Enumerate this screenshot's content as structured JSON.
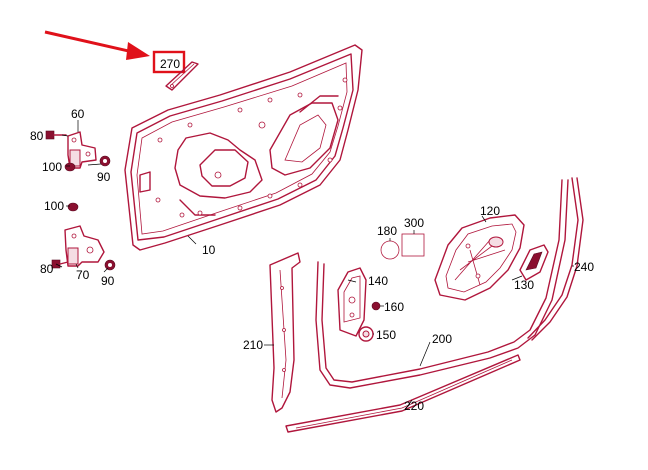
{
  "labels": {
    "p10": "10",
    "p60": "60",
    "p70": "70",
    "p80a": "80",
    "p80b": "80",
    "p90a": "90",
    "p90b": "90",
    "p100a": "100",
    "p100b": "100",
    "p120": "120",
    "p130": "130",
    "p140": "140",
    "p150": "150",
    "p160": "160",
    "p180": "180",
    "p200": "200",
    "p210": "210",
    "p220": "220",
    "p240": "240",
    "p270": "270",
    "p300": "300"
  },
  "highlight": {
    "target": "270",
    "color": "#e0111a"
  },
  "colors": {
    "line": "#b0163c",
    "text": "#000000",
    "annotation": "#e0111a"
  }
}
